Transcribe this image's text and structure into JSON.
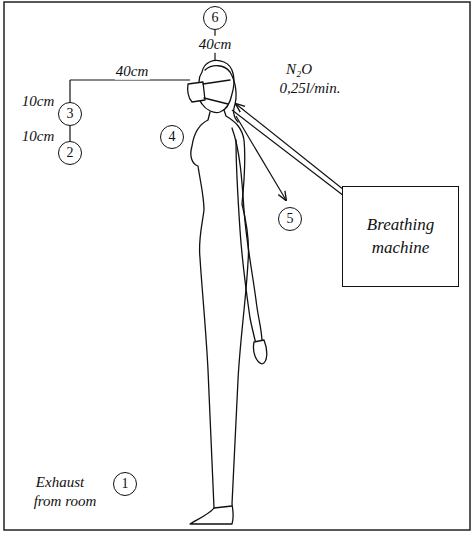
{
  "diagram": {
    "nodes": [
      {
        "text": [
          "6"
        ]
      },
      {
        "text": [
          "3"
        ]
      },
      {
        "text": [
          "4"
        ]
      },
      {
        "text": [
          "2"
        ]
      },
      {
        "text": [
          "Breathing machine"
        ]
      },
      {
        "text": [
          "5"
        ]
      },
      {
        "text": [
          "1"
        ]
      }
    ],
    "edges": [
      {
        "from": 1,
        "to": 3,
        "arrow": "none"
      }
    ],
    "labels": [
      "40cm",
      "N₂O",
      "0,25l/min.",
      "40cm",
      "10cm",
      "10cm",
      "Exhaust",
      "from room"
    ]
  }
}
